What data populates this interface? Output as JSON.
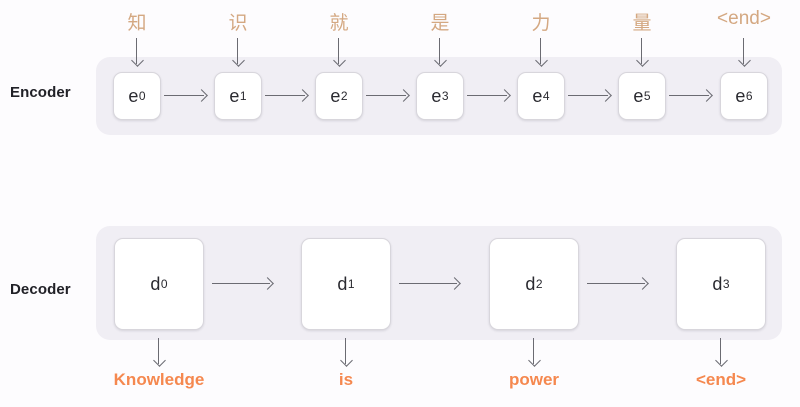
{
  "diagram": {
    "rows": {
      "encoder": {
        "label": "Encoder",
        "cells": [
          {
            "base": "e",
            "sub": "0"
          },
          {
            "base": "e",
            "sub": "1"
          },
          {
            "base": "e",
            "sub": "2"
          },
          {
            "base": "e",
            "sub": "3"
          },
          {
            "base": "e",
            "sub": "4"
          },
          {
            "base": "e",
            "sub": "5"
          },
          {
            "base": "e",
            "sub": "6"
          }
        ],
        "inputs": [
          "知",
          "识",
          "就",
          "是",
          "力",
          "量",
          "<end>"
        ]
      },
      "decoder": {
        "label": "Decoder",
        "cells": [
          {
            "base": "d",
            "sub": "0"
          },
          {
            "base": "d",
            "sub": "1"
          },
          {
            "base": "d",
            "sub": "2"
          },
          {
            "base": "d",
            "sub": "3"
          }
        ],
        "outputs": [
          "Knowledge",
          "is",
          "power",
          "<end>"
        ]
      }
    },
    "colors": {
      "page_background": "#FDFCFE",
      "panel_background": "#F0EEF4",
      "cell_background": "#FFFFFF",
      "cell_border": "#D8D6DC",
      "arrow": "#6B6B72",
      "input_token": "#D4A882",
      "output_word": "#F5884F",
      "section_label": "#212127"
    }
  }
}
